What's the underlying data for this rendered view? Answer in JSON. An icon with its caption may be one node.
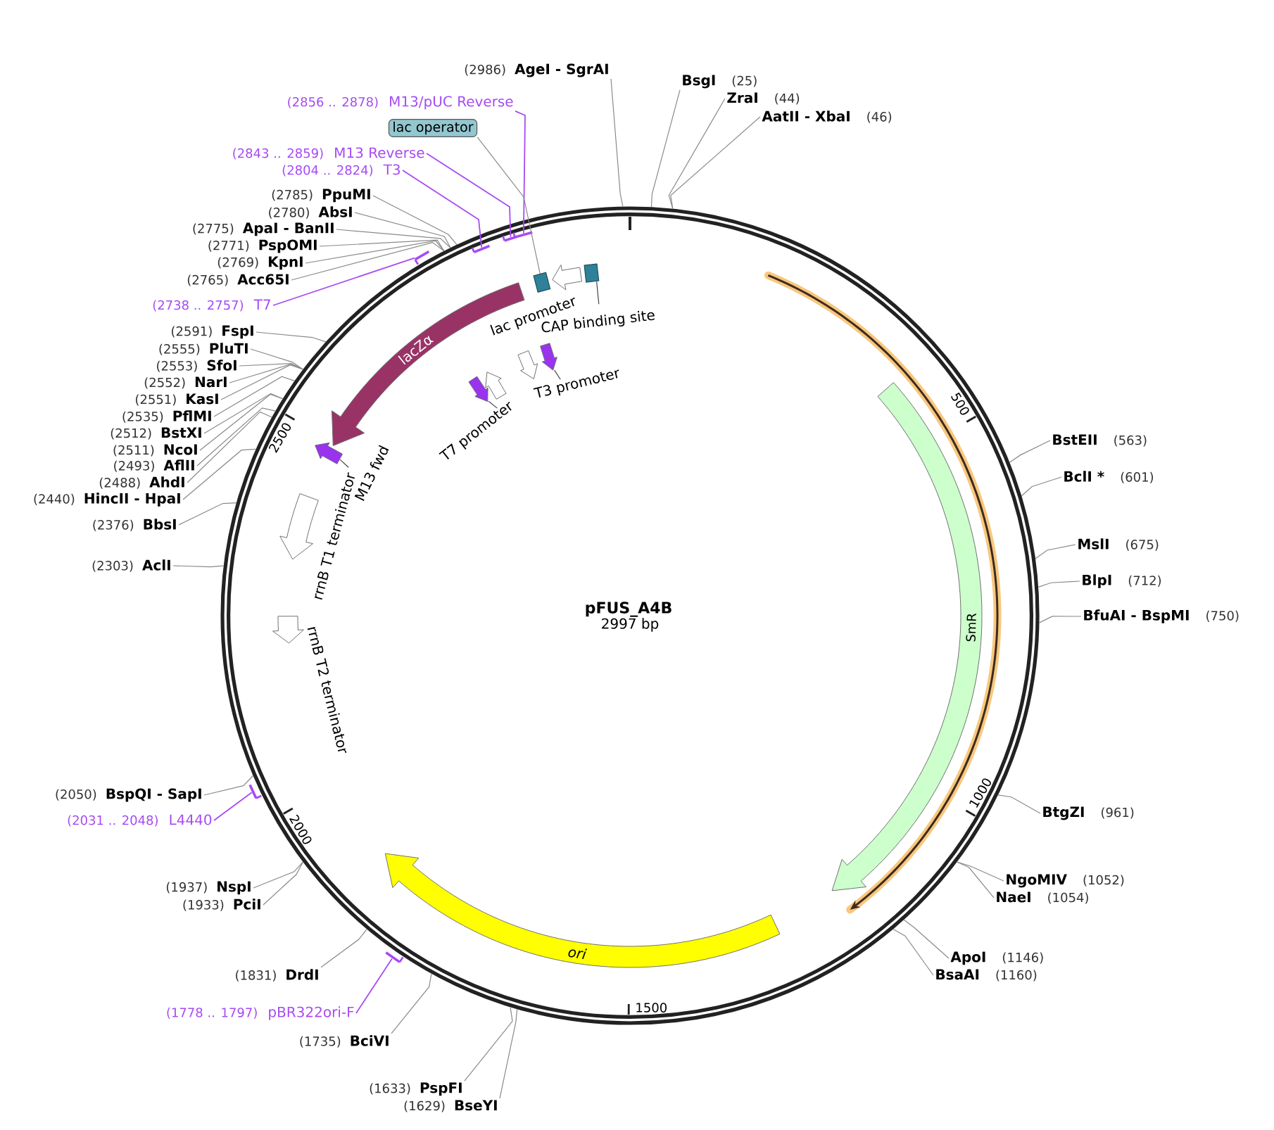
{
  "diagram": {
    "nodes": [
      {
        "text": [
          "pFUS_A4B",
          "2997 bp"
        ]
      },
      {
        "text": [],
        "shape": "box",
        "in": 0
      },
      {
        "text": [],
        "shape": "arrow",
        "in": 0
      },
      {
        "text": [],
        "shape": "box",
        "in": 0,
        "beside": [
          "CAP binding site"
        ]
      },
      {
        "text": [
          "lacZα"
        ],
        "in": 0
      },
      {
        "text": [],
        "shape": "arrow",
        "in": 0,
        "beside": [
          "T3 promoter"
        ]
      },
      {
        "text": [],
        "shape": "arrow",
        "in": 0
      },
      {
        "text": [],
        "shape": "arrow",
        "in": 0
      },
      {
        "text": [],
        "shape": "arrow",
        "in": 0,
        "beside": [
          "T7 promoter"
        ]
      },
      {
        "text": [],
        "shape": "arrow",
        "in": 0,
        "beside": [
          "M13 fwd"
        ]
      },
      {
        "text": [],
        "shape": "arrow",
        "in": 0,
        "beside": [
          "rrnB T1 terminator"
        ]
      },
      {
        "text": [],
        "shape": "arrow",
        "in": 0,
        "beside": [
          "rrnB T2 terminator"
        ]
      },
      {
        "text": [
          "SmR"
        ],
        "in": 0
      },
      {
        "text": [
          "ori"
        ],
        "in": 0
      },
      {
        "text": [],
        "shape": "bar",
        "in": 0
      },
      {
        "text": [],
        "shape": "bar",
        "in": 0
      },
      {
        "text": [],
        "shape": "bar",
        "in": 0
      },
      {
        "text": [],
        "shape": "bar"
      },
      {
        "text": [],
        "shape": "bar"
      },
      {
        "text": [],
        "shape": "bar"
      },
      {
        "text": [
          "lac operator"
        ]
      },
      {
        "text": [
          "(2856 .. 2878)",
          "M13/pUC Reverse"
        ]
      },
      {
        "text": [
          "(2843 .. 2859)",
          "M13 Reverse"
        ]
      },
      {
        "text": [
          "(2804 .. 2824)",
          "T3"
        ]
      },
      {
        "text": [
          "(2738 .. 2757)",
          "T7"
        ]
      },
      {
        "text": [
          "(2031 .. 2048)",
          "L4440"
        ]
      },
      {
        "text": [
          "(1778 .. 1797)",
          "pBR322ori-F"
        ]
      },
      {
        "text": [
          "BsgI",
          "(25)"
        ]
      },
      {
        "text": [
          "ZraI",
          "(44)"
        ]
      },
      {
        "text": [
          "AatII - XbaI",
          "(46)"
        ]
      },
      {
        "text": [
          "BstEII",
          "(563)"
        ]
      },
      {
        "text": [
          "BclI *",
          "(601)"
        ]
      },
      {
        "text": [
          "MslI",
          "(675)"
        ]
      },
      {
        "text": [
          "BlpI",
          "(712)"
        ]
      },
      {
        "text": [
          "BfuAI - BspMI",
          "(750)"
        ]
      },
      {
        "text": [
          "BtgZI",
          "(961)"
        ]
      },
      {
        "text": [
          "NgoMIV",
          "(1052)"
        ]
      },
      {
        "text": [
          "NaeI",
          "(1054)"
        ]
      },
      {
        "text": [
          "ApoI",
          "(1146)"
        ]
      },
      {
        "text": [
          "BsaAI",
          "(1160)"
        ]
      },
      {
        "text": [
          "(1629)",
          "BseYI"
        ]
      },
      {
        "text": [
          "(1633)",
          "PspFI"
        ]
      },
      {
        "text": [
          "(1735)",
          "BciVI"
        ]
      },
      {
        "text": [
          "(1831)",
          "DrdI"
        ]
      },
      {
        "text": [
          "(1933)",
          "PciI"
        ]
      },
      {
        "text": [
          "(1937)",
          "NspI"
        ]
      },
      {
        "text": [
          "(2050)",
          "BspQI - SapI"
        ]
      },
      {
        "text": [
          "(2303)",
          "AclI"
        ]
      },
      {
        "text": [
          "(2376)",
          "BbsI"
        ]
      },
      {
        "text": [
          "(2440)",
          "HincII - HpaI"
        ]
      },
      {
        "text": [
          "(2488)",
          "AhdI"
        ]
      },
      {
        "text": [
          "(2493)",
          "AflII"
        ]
      },
      {
        "text": [
          "(2511)",
          "NcoI"
        ]
      },
      {
        "text": [
          "(2512)",
          "BstXI"
        ]
      },
      {
        "text": [
          "(2535)",
          "PflMI"
        ]
      },
      {
        "text": [
          "(2551)",
          "KasI"
        ]
      },
      {
        "text": [
          "(2552)",
          "NarI"
        ]
      },
      {
        "text": [
          "(2553)",
          "SfoI"
        ]
      },
      {
        "text": [
          "(2555)",
          "PluTI"
        ]
      },
      {
        "text": [
          "(2591)",
          "FspI"
        ]
      },
      {
        "text": [
          "(2765)",
          "Acc65I"
        ]
      },
      {
        "text": [
          "(2769)",
          "KpnI"
        ]
      },
      {
        "text": [
          "(2771)",
          "PspOMI"
        ]
      },
      {
        "text": [
          "(2775)",
          "ApaI - BanII"
        ]
      },
      {
        "text": [
          "(2780)",
          "AbsI"
        ]
      },
      {
        "text": [
          "(2785)",
          "PpuMI"
        ]
      },
      {
        "text": [
          "(2986)",
          "AgeI - SgrAI"
        ]
      }
    ],
    "edges": [
      {
        "from": 27,
        "to": 0,
        "arrow": "none"
      },
      {
        "from": 28,
        "to": 0,
        "arrow": "none"
      },
      {
        "from": 29,
        "to": 0,
        "arrow": "none"
      },
      {
        "from": 30,
        "to": 0,
        "arrow": "none"
      },
      {
        "from": 31,
        "to": 0,
        "arrow": "none"
      },
      {
        "from": 32,
        "to": 0,
        "arrow": "none"
      },
      {
        "from": 33,
        "to": 0,
        "arrow": "none"
      },
      {
        "from": 34,
        "to": 0,
        "arrow": "none"
      },
      {
        "from": 35,
        "to": 0,
        "arrow": "none"
      },
      {
        "from": 36,
        "to": 0,
        "arrow": "none"
      },
      {
        "from": 37,
        "to": 0,
        "arrow": "none"
      },
      {
        "from": 38,
        "to": 0,
        "arrow": "none"
      },
      {
        "from": 39,
        "to": 0,
        "arrow": "none"
      },
      {
        "from": 40,
        "to": 0,
        "arrow": "none"
      },
      {
        "from": 41,
        "to": 0,
        "arrow": "none"
      },
      {
        "from": 42,
        "to": 0,
        "arrow": "none"
      },
      {
        "from": 43,
        "to": 0,
        "arrow": "none"
      },
      {
        "from": 44,
        "to": 0,
        "arrow": "none"
      },
      {
        "from": 45,
        "to": 0,
        "arrow": "none"
      },
      {
        "from": 46,
        "to": 0,
        "arrow": "none"
      },
      {
        "from": 47,
        "to": 0,
        "arrow": "none"
      },
      {
        "from": 48,
        "to": 0,
        "arrow": "none"
      },
      {
        "from": 49,
        "to": 0,
        "arrow": "none"
      },
      {
        "from": 50,
        "to": 0,
        "arrow": "none"
      },
      {
        "from": 51,
        "to": 0,
        "arrow": "none"
      },
      {
        "from": 52,
        "to": 0,
        "arrow": "none"
      },
      {
        "from": 53,
        "to": 0,
        "arrow": "none"
      },
      {
        "from": 54,
        "to": 0,
        "arrow": "none"
      },
      {
        "from": 55,
        "to": 0,
        "arrow": "none"
      },
      {
        "from": 56,
        "to": 0,
        "arrow": "none"
      },
      {
        "from": 57,
        "to": 0,
        "arrow": "none"
      },
      {
        "from": 58,
        "to": 0,
        "arrow": "none"
      },
      {
        "from": 59,
        "to": 0,
        "arrow": "none"
      },
      {
        "from": 60,
        "to": 0,
        "arrow": "none"
      },
      {
        "from": 61,
        "to": 0,
        "arrow": "none"
      },
      {
        "from": 62,
        "to": 0,
        "arrow": "none"
      },
      {
        "from": 63,
        "to": 0,
        "arrow": "none"
      },
      {
        "from": 64,
        "to": 0,
        "arrow": "none"
      },
      {
        "from": 65,
        "to": 0,
        "arrow": "none"
      },
      {
        "from": 66,
        "to": 0,
        "arrow": "none"
      },
      {
        "from": 21,
        "to": 14,
        "arrow": "none",
        "color": "#a64bf4"
      },
      {
        "from": 22,
        "to": 15,
        "arrow": "none",
        "color": "#a64bf4"
      },
      {
        "from": 23,
        "to": 16,
        "arrow": "none",
        "color": "#a64bf4"
      },
      {
        "from": 24,
        "to": 17,
        "arrow": "none",
        "color": "#a64bf4"
      },
      {
        "from": 25,
        "to": 18,
        "arrow": "none",
        "color": "#a64bf4"
      },
      {
        "from": 26,
        "to": 19,
        "arrow": "none",
        "color": "#a64bf4"
      },
      {
        "from": 20,
        "to": 1,
        "arrow": "none"
      }
    ],
    "labels": [
      "lac promoter",
      "500",
      "1000",
      "1500",
      "2000",
      "2500"
    ]
  }
}
